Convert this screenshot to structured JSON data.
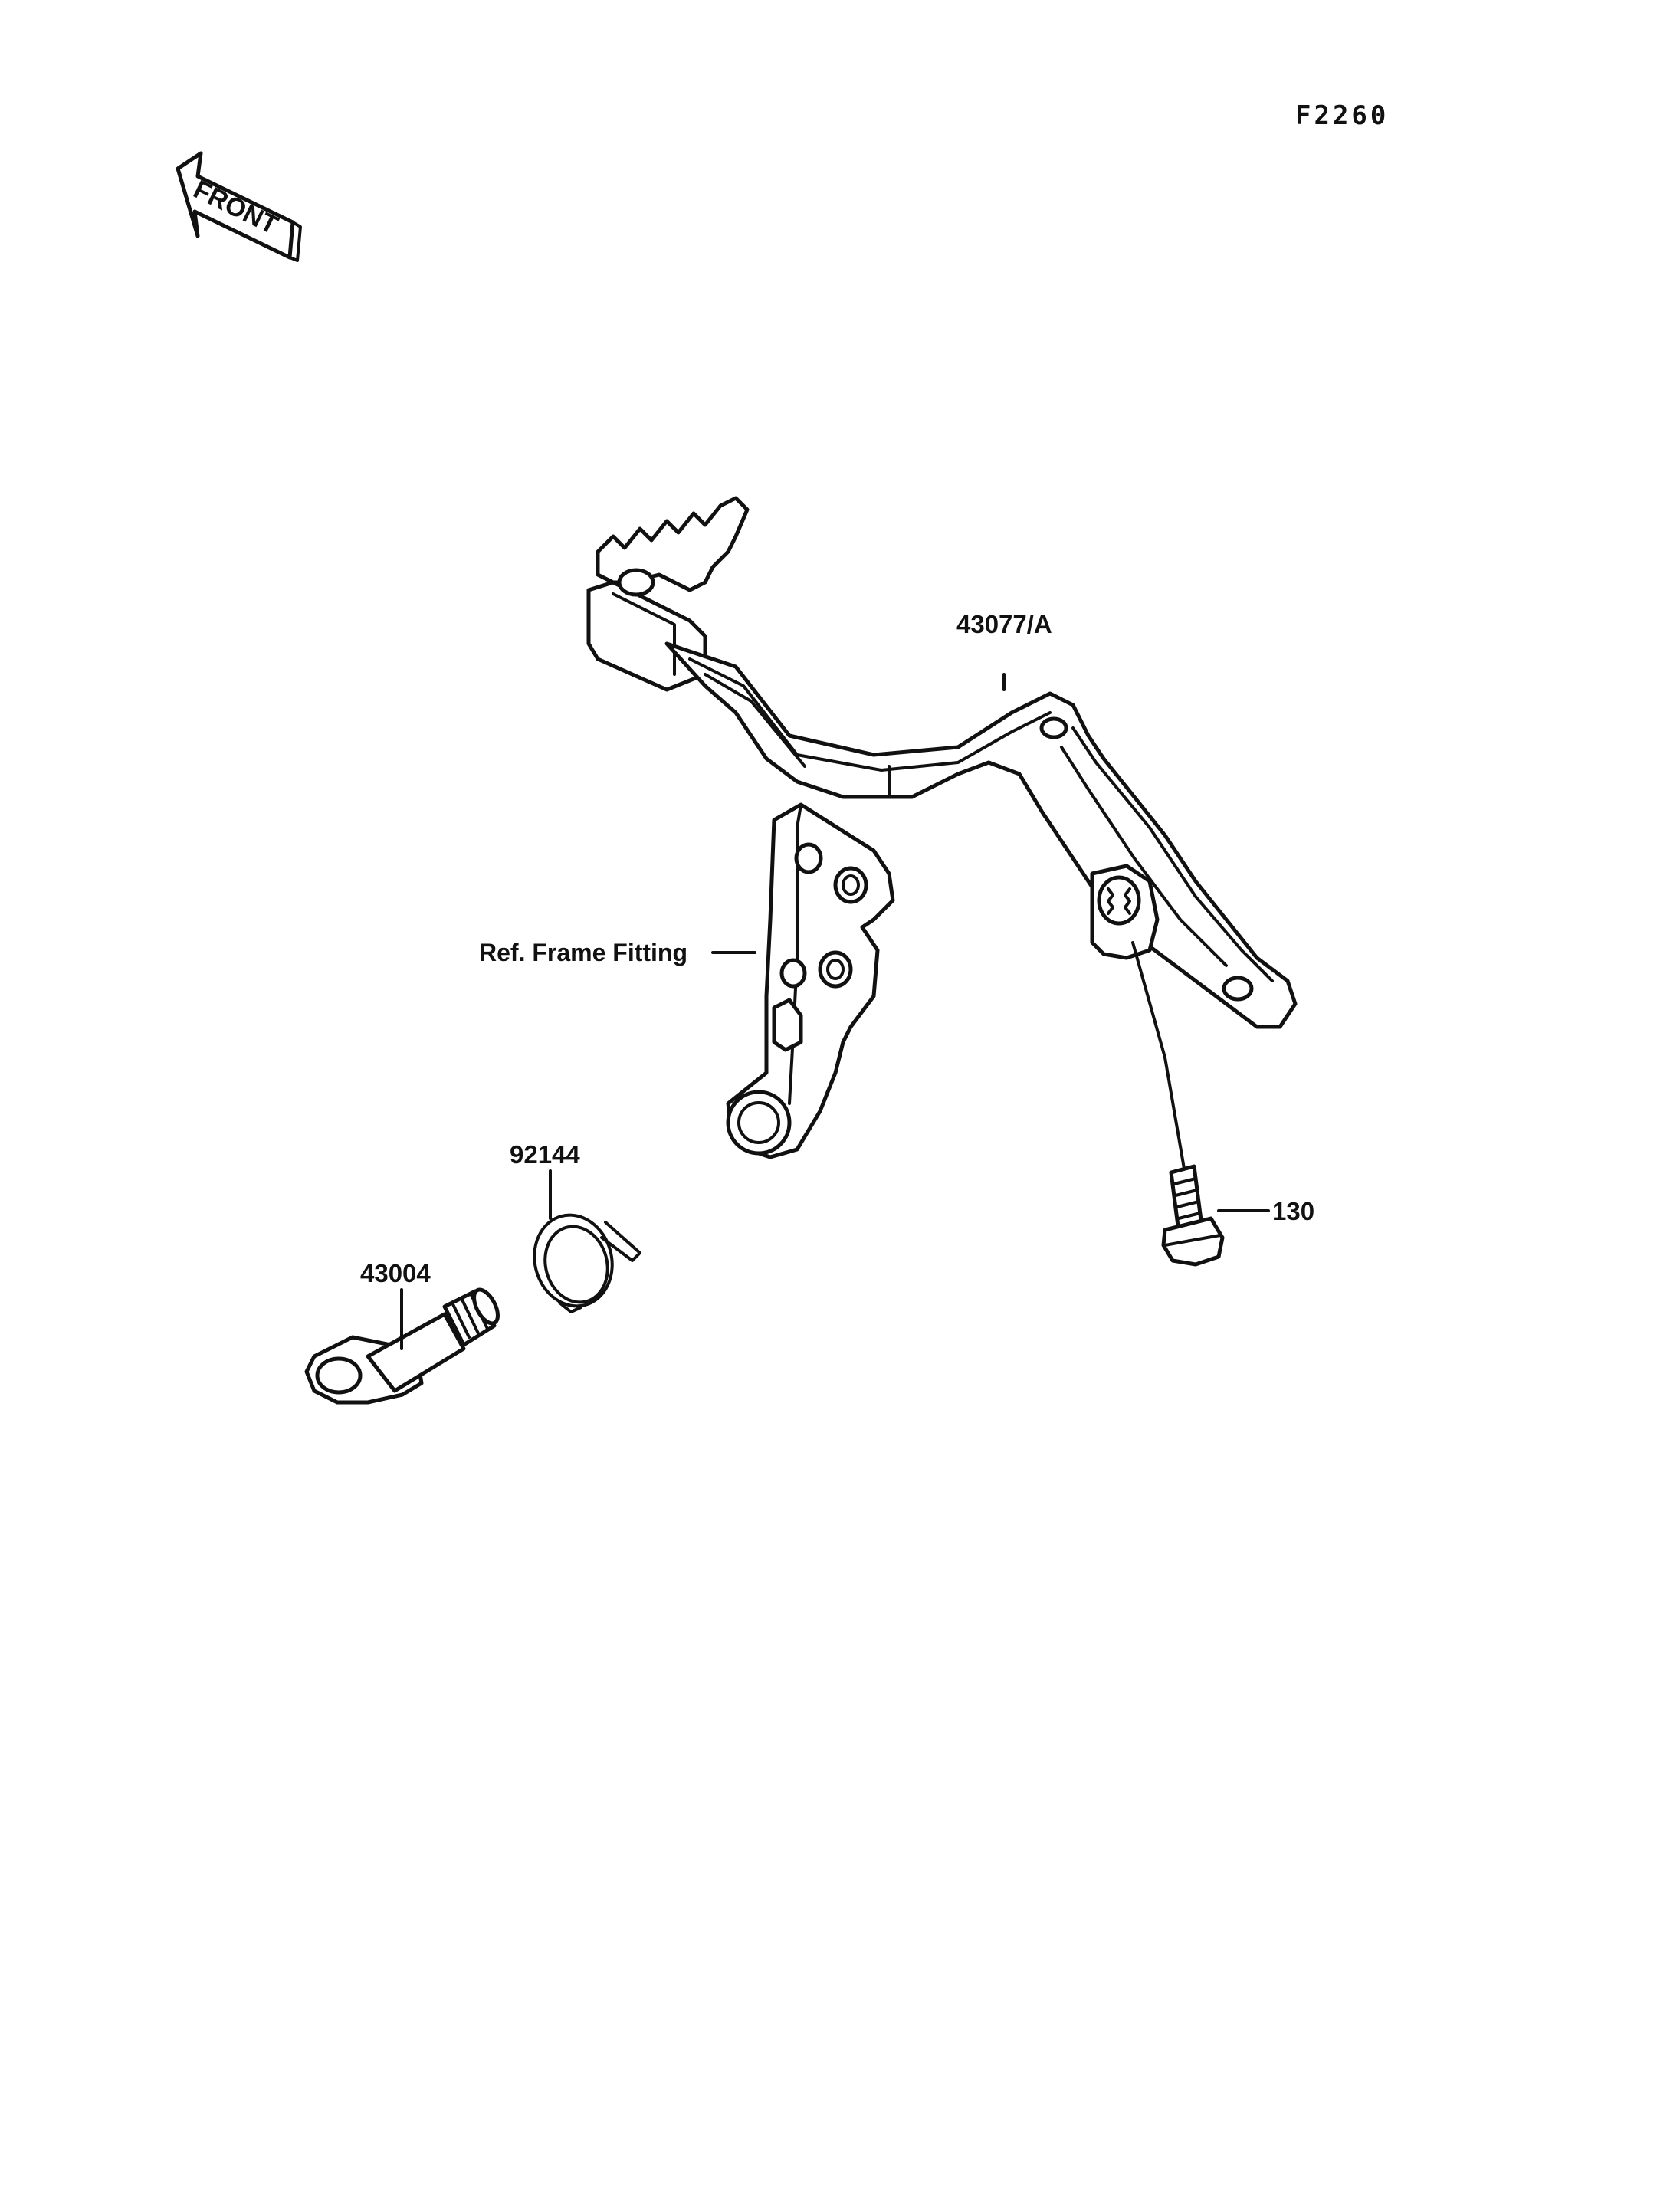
{
  "diagram": {
    "figure_code": "F2260",
    "front_indicator": "FRONT",
    "parts": [
      {
        "id": "brake-pedal",
        "label": "43077/A"
      },
      {
        "id": "frame-fitting",
        "label": "Ref. Frame Fitting"
      },
      {
        "id": "bolt",
        "label": "130"
      },
      {
        "id": "spring",
        "label": "92144"
      },
      {
        "id": "shaft",
        "label": "43004"
      }
    ]
  }
}
